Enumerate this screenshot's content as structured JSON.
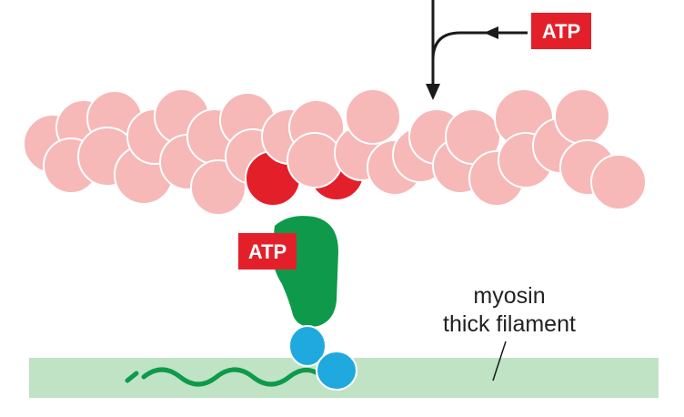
{
  "figure": {
    "atp_label_top": "ATP",
    "atp_label_bound": "ATP",
    "thick_filament_label_line1": "myosin",
    "thick_filament_label_line2": "thick filament"
  },
  "colors": {
    "actin_subunit": "#f7b8b8",
    "actin_subunit_outline": "#ffffff",
    "actin_bound_subunit": "#e3202a",
    "atp_badge": "#e3202a",
    "myosin_head": "#0e9a4a",
    "myosin_neck": "#1fa9df",
    "thick_filament": "#bfe3c4",
    "myosin_tail": "#0e9a4a",
    "arrow": "#1a1a1a"
  }
}
